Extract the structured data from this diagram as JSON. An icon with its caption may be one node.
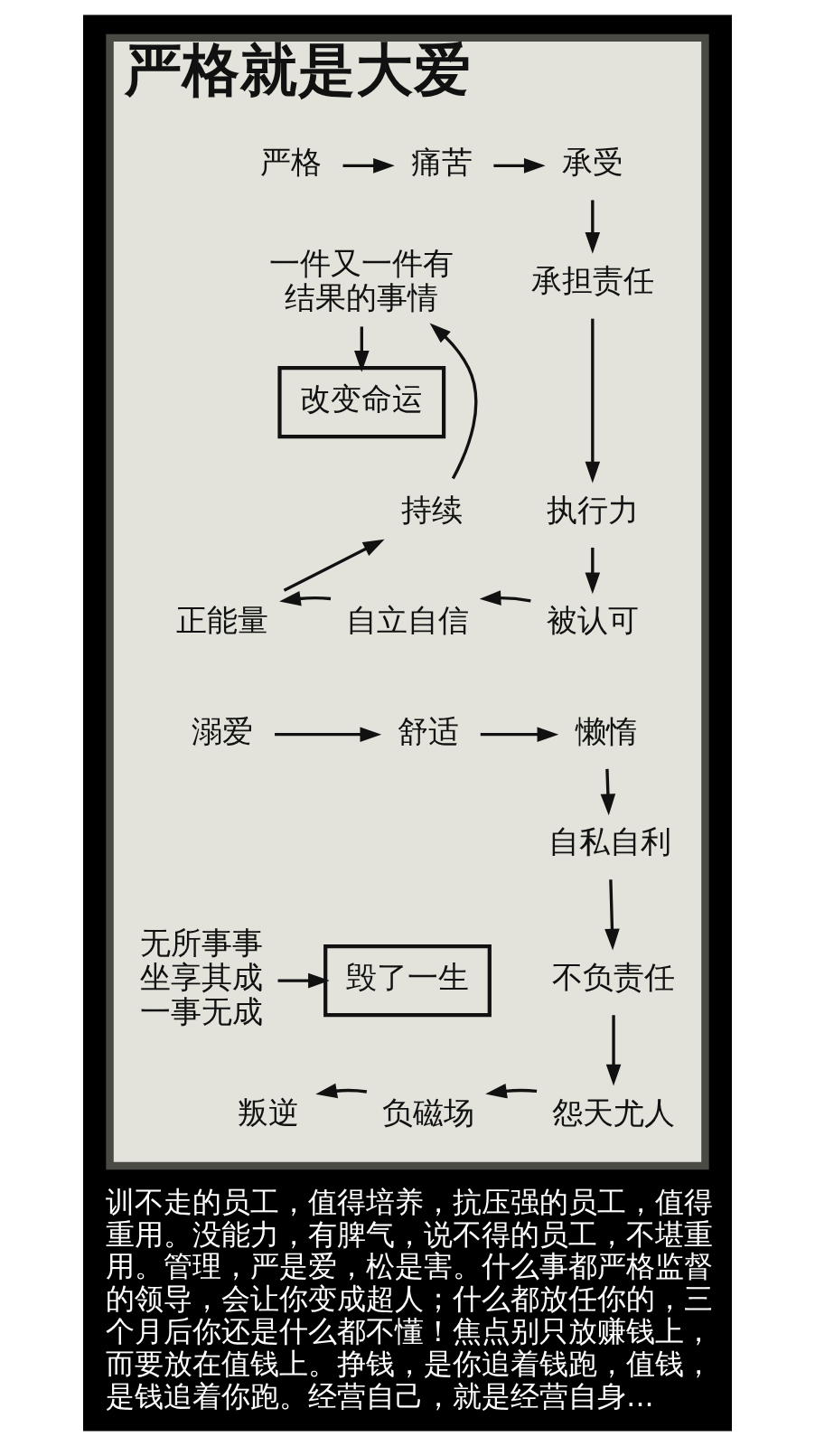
{
  "diagram": {
    "caption": "训不走的员工，值得培养，抗压强的员工，值得重用。没能力，有脾气，说不得的员工，不堪重用。管理，严是爱，松是害。什么事都严格监督的领导，会让你变成超人；什么都放任你的，三个月后你还是什么都不懂！焦点别只放赚钱上，而要放在值钱上。挣钱，是你追着钱跑，值钱，是钱追着你跑。经营自己，就是经营自身...",
    "nodes": [
      {
        "text": [
          "严格就是大爱"
        ]
      },
      {
        "text": [
          "严格"
        ],
        "in": 0
      },
      {
        "text": [
          "痛苦"
        ],
        "in": 0
      },
      {
        "text": [
          "承受"
        ],
        "in": 0
      },
      {
        "text": [
          "一件又一件有结果的事情"
        ],
        "in": 0
      },
      {
        "text": [
          "承担责任"
        ],
        "in": 0
      },
      {
        "text": [
          "改变命运"
        ],
        "in": 0
      },
      {
        "text": [
          "持续"
        ],
        "in": 0
      },
      {
        "text": [
          "执行力"
        ],
        "in": 0
      },
      {
        "text": [
          "正能量"
        ],
        "in": 0
      },
      {
        "text": [
          "自立自信"
        ],
        "in": 0
      },
      {
        "text": [
          "被认可"
        ],
        "in": 0
      },
      {
        "text": [
          "溺爱"
        ],
        "in": 0
      },
      {
        "text": [
          "舒适"
        ],
        "in": 0
      },
      {
        "text": [
          "懒惰"
        ],
        "in": 0
      },
      {
        "text": [
          "自私自利"
        ],
        "in": 0
      },
      {
        "text": [
          "无所事事",
          "坐享其成",
          "一事无成"
        ],
        "in": 0
      },
      {
        "text": [
          "毁了一生"
        ],
        "in": 0
      },
      {
        "text": [
          "不负责任"
        ],
        "in": 0
      },
      {
        "text": [
          "叛逆"
        ],
        "in": 0
      },
      {
        "text": [
          "负磁场"
        ],
        "in": 0
      },
      {
        "text": [
          "怨天尤人"
        ],
        "in": 0
      }
    ],
    "edges": [
      {
        "from": 1,
        "to": 2,
        "arrow": "to"
      },
      {
        "from": 2,
        "to": 3,
        "arrow": "to"
      },
      {
        "from": 3,
        "to": 5,
        "arrow": "to"
      },
      {
        "from": 5,
        "to": 8,
        "arrow": "to"
      },
      {
        "from": 8,
        "to": 11,
        "arrow": "to"
      },
      {
        "from": 11,
        "to": 10,
        "arrow": "to"
      },
      {
        "from": 10,
        "to": 9,
        "arrow": "to"
      },
      {
        "from": 9,
        "to": 7,
        "arrow": "to"
      },
      {
        "from": 7,
        "to": 4,
        "arrow": "to"
      },
      {
        "from": 4,
        "to": 6,
        "arrow": "to"
      },
      {
        "from": 12,
        "to": 13,
        "arrow": "to"
      },
      {
        "from": 13,
        "to": 14,
        "arrow": "to"
      },
      {
        "from": 14,
        "to": 15,
        "arrow": "to"
      },
      {
        "from": 15,
        "to": 18,
        "arrow": "to"
      },
      {
        "from": 18,
        "to": 21,
        "arrow": "to"
      },
      {
        "from": 21,
        "to": 20,
        "arrow": "to"
      },
      {
        "from": 20,
        "to": 19,
        "arrow": "to"
      },
      {
        "from": 16,
        "to": 17,
        "arrow": "to"
      }
    ]
  }
}
